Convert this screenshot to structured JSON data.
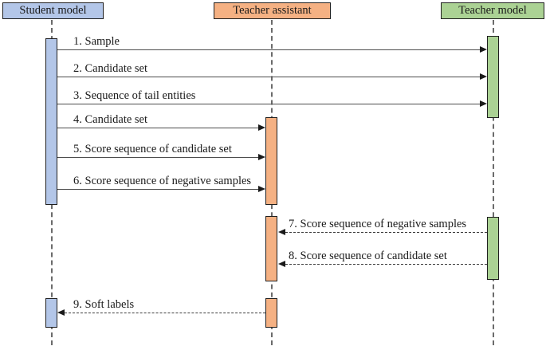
{
  "diagram": {
    "type": "uml-sequence-diagram",
    "actors": [
      {
        "name": "Student model",
        "fill": "#B3C6E8",
        "border": "#1f1f1f"
      },
      {
        "name": "Teacher assistant",
        "fill": "#F5B183",
        "border": "#1f1f1f"
      },
      {
        "name": "Teacher model",
        "fill": "#ABD294",
        "border": "#1f1f1f"
      }
    ],
    "messages": [
      {
        "label": "1. Sample",
        "from": "Student model",
        "to": "Teacher model",
        "line": "solid"
      },
      {
        "label": "2. Candidate set",
        "from": "Student model",
        "to": "Teacher model",
        "line": "solid"
      },
      {
        "label": "3. Sequence of tail entities",
        "from": "Student model",
        "to": "Teacher model",
        "line": "solid"
      },
      {
        "label": "4. Candidate set",
        "from": "Student model",
        "to": "Teacher assistant",
        "line": "solid"
      },
      {
        "label": "5. Score sequence of candidate set",
        "from": "Student model",
        "to": "Teacher assistant",
        "line": "solid"
      },
      {
        "label": "6. Score sequence of negative samples",
        "from": "Student model",
        "to": "Teacher assistant",
        "line": "solid"
      },
      {
        "label": "7. Score sequence of negative samples",
        "from": "Teacher model",
        "to": "Teacher assistant",
        "line": "dashed"
      },
      {
        "label": "8. Score sequence of candidate set",
        "from": "Teacher model",
        "to": "Teacher assistant",
        "line": "dashed"
      },
      {
        "label": "9. Soft labels",
        "from": "Teacher assistant",
        "to": "Student model",
        "line": "dashed"
      }
    ],
    "colors": {
      "lifeline": "#6b6b6b",
      "solid_arrow": "#4d4d4d",
      "dashed_arrow": "#3c3c3c",
      "text": "#1a1a1a"
    }
  }
}
